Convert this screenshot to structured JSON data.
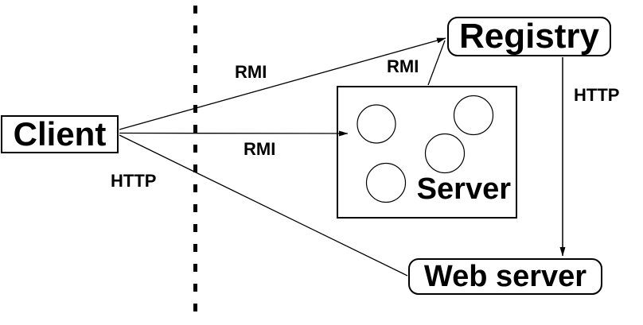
{
  "diagram": {
    "nodes": {
      "client": {
        "label": "Client"
      },
      "registry": {
        "label": "Registry"
      },
      "server": {
        "label": "Server"
      },
      "web_server": {
        "label": "Web server"
      }
    },
    "edges": {
      "client_to_registry": {
        "label": "RMI"
      },
      "server_to_registry": {
        "label": "RMI"
      },
      "client_to_server": {
        "label": "RMI"
      },
      "client_to_web_server": {
        "label": "HTTP"
      },
      "registry_to_web_server": {
        "label": "HTTP"
      }
    },
    "remote_object_count": 4,
    "colors": {
      "background": "#ffffff",
      "stroke": "#000000",
      "text": "#000000"
    }
  }
}
